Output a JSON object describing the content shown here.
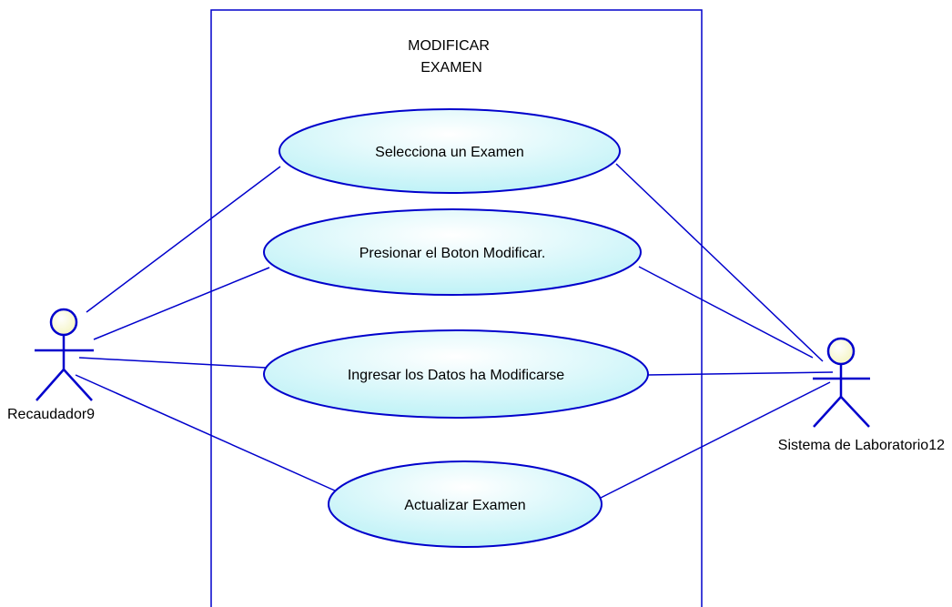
{
  "colors": {
    "line": "#0000cc",
    "use_case_fill_light": "#ffffff",
    "use_case_fill_dark": "#bff2f7",
    "actor_head_fill": "#ffffe0"
  },
  "system_boundary": {
    "title_line1": "MODIFICAR",
    "title_line2": "EXAMEN"
  },
  "use_cases": [
    {
      "label": "Selecciona un Examen"
    },
    {
      "label": "Presionar el Boton Modificar."
    },
    {
      "label": "Ingresar los Datos ha Modificarse"
    },
    {
      "label": "Actualizar Examen"
    }
  ],
  "actors": [
    {
      "name": "Recaudador9"
    },
    {
      "name": "Sistema de Laboratorio12"
    }
  ]
}
